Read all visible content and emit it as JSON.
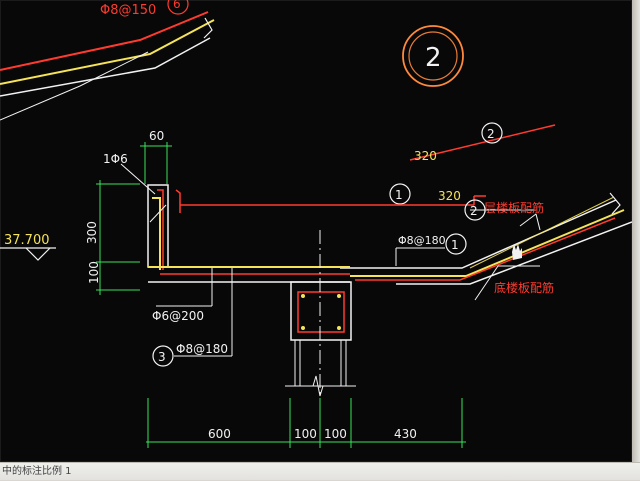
{
  "drawing": {
    "section_marker": "2",
    "labels": {
      "top_rebar": "Φ8@150",
      "top_marker": "6",
      "leader_2_num": "2",
      "dim_320_a": "320",
      "leader_1_num": "1",
      "dim_320_b": "320",
      "slab_rebar_1": "层楼板配筋",
      "slab_rebar_2": "底楼板配筋",
      "rebar_phi8_180_a": "Φ8@180",
      "circle_1_right": "1",
      "circle_2_right": "2",
      "corner_bar": "1Φ6",
      "dim_60": "60",
      "dim_300": "300",
      "dim_100_left": "100",
      "level": "37.700",
      "rebar_phi6_200": "Φ6@200",
      "circle_3": "3",
      "rebar_phi8_180_b": "Φ8@180",
      "dim_600": "600",
      "dim_100_a": "100",
      "dim_100_b": "100",
      "dim_430": "430"
    }
  },
  "status_bar": {
    "text": "中的标注比例 1"
  },
  "colors": {
    "background": "#080808",
    "red": "#ff3b2f",
    "yellow": "#f5e35a",
    "white": "#f2f2f2",
    "green": "#38e35a",
    "orange": "#ff8a3d"
  }
}
